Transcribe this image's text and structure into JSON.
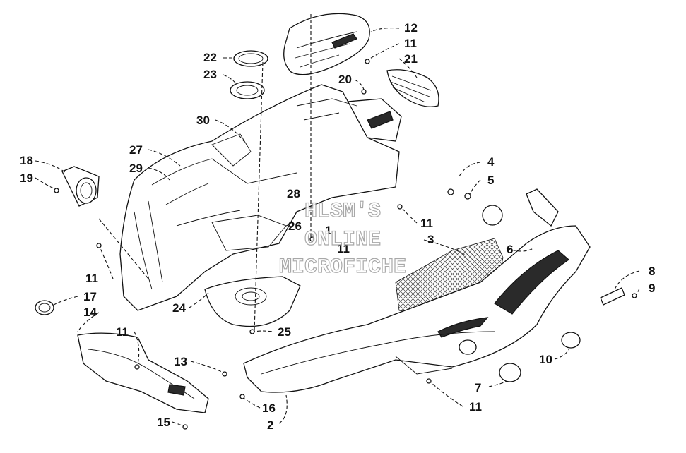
{
  "watermark": [
    "HLSM'S",
    "ONLINE",
    "MICROFICHE"
  ],
  "callouts": [
    {
      "id": "12",
      "label": "12"
    },
    {
      "id": "11a",
      "label": "11"
    },
    {
      "id": "21",
      "label": "21"
    },
    {
      "id": "22",
      "label": "22"
    },
    {
      "id": "23",
      "label": "23"
    },
    {
      "id": "20",
      "label": "20"
    },
    {
      "id": "30",
      "label": "30"
    },
    {
      "id": "27",
      "label": "27"
    },
    {
      "id": "29",
      "label": "29"
    },
    {
      "id": "18",
      "label": "18"
    },
    {
      "id": "19",
      "label": "19"
    },
    {
      "id": "28",
      "label": "28"
    },
    {
      "id": "4",
      "label": "4"
    },
    {
      "id": "5",
      "label": "5"
    },
    {
      "id": "11b",
      "label": "11"
    },
    {
      "id": "26",
      "label": "26"
    },
    {
      "id": "1",
      "label": "1"
    },
    {
      "id": "11c",
      "label": "11"
    },
    {
      "id": "3",
      "label": "3"
    },
    {
      "id": "6",
      "label": "6"
    },
    {
      "id": "11d",
      "label": "11"
    },
    {
      "id": "17",
      "label": "17"
    },
    {
      "id": "14",
      "label": "14"
    },
    {
      "id": "24",
      "label": "24"
    },
    {
      "id": "8",
      "label": "8"
    },
    {
      "id": "9",
      "label": "9"
    },
    {
      "id": "25",
      "label": "25"
    },
    {
      "id": "11e",
      "label": "11"
    },
    {
      "id": "10",
      "label": "10"
    },
    {
      "id": "13",
      "label": "13"
    },
    {
      "id": "7",
      "label": "7"
    },
    {
      "id": "16",
      "label": "16"
    },
    {
      "id": "11f",
      "label": "11"
    },
    {
      "id": "15",
      "label": "15"
    },
    {
      "id": "2",
      "label": "2"
    }
  ]
}
